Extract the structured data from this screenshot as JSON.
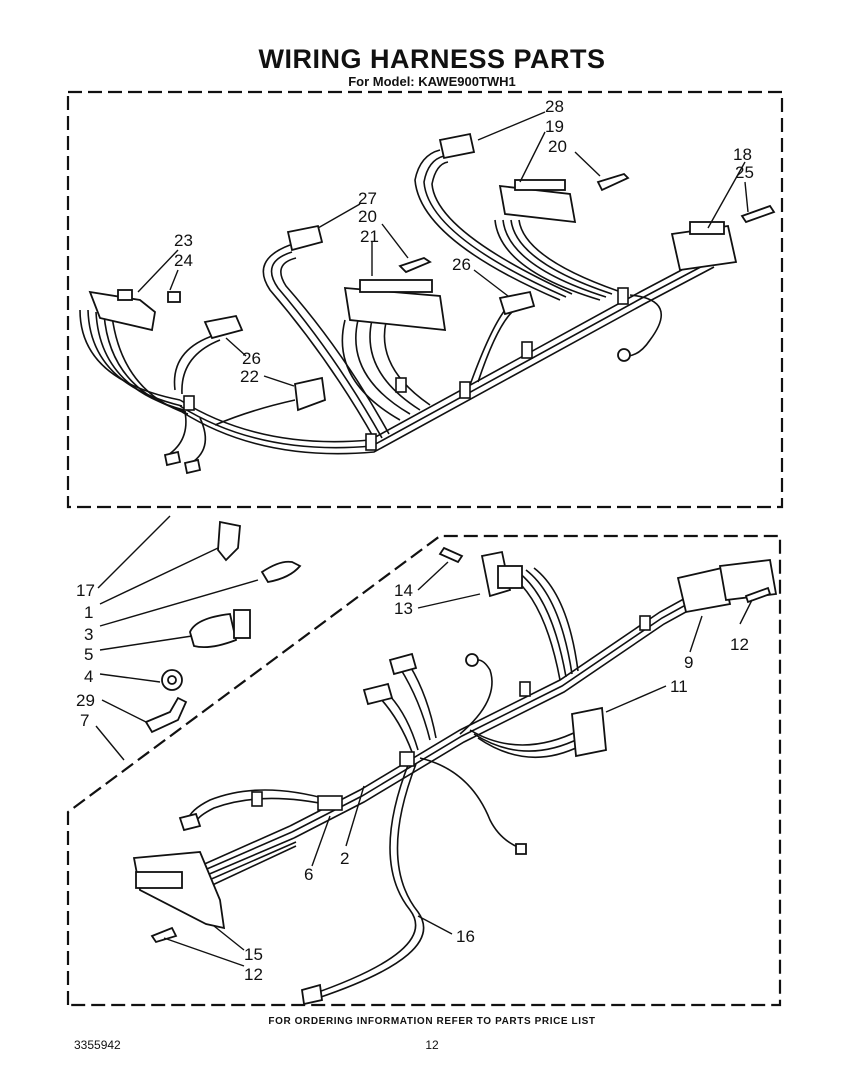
{
  "header": {
    "title": "WIRING HARNESS PARTS",
    "subtitle": "For Model: KAWE900TWH1"
  },
  "footer": {
    "note": "FOR ORDERING INFORMATION REFER TO PARTS PRICE LIST",
    "doc_number": "3355942",
    "page_number": "12"
  },
  "callouts": {
    "upper": [
      "28",
      "19",
      "20",
      "18",
      "25",
      "27",
      "20",
      "21",
      "26",
      "23",
      "24",
      "26",
      "22"
    ],
    "lower_left": [
      "17",
      "1",
      "3",
      "5",
      "4",
      "29",
      "7"
    ],
    "lower_right": [
      "14",
      "13",
      "12",
      "9",
      "11",
      "2",
      "6",
      "16",
      "15",
      "12"
    ]
  }
}
